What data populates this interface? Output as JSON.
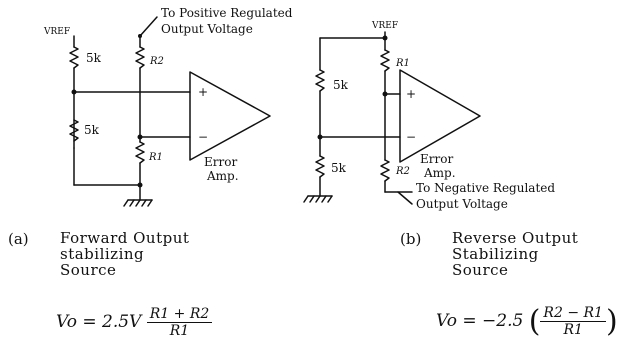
{
  "circuit_a": {
    "vref": "VREF",
    "resistor_top": "5k",
    "resistor_bottom": "5k",
    "r2": "R2",
    "r1": "R1",
    "plus": "+",
    "minus": "−",
    "note_line1": "To Positive Regulated",
    "note_line2": "Output Voltage",
    "amp_line1": "Error",
    "amp_line2": "Amp."
  },
  "circuit_b": {
    "vref": "VREF",
    "resistor_top": "5k",
    "resistor_bottom": "5k",
    "r1": "R1",
    "r2": "R2",
    "plus": "+",
    "minus": "−",
    "note_line1": "To Negative Regulated",
    "note_line2": "Output Voltage",
    "amp_line1": "Error",
    "amp_line2": "Amp."
  },
  "caption_a": {
    "tag": "(a)",
    "line1": "Forward Output",
    "line2": "stabilizing",
    "line3": "Source"
  },
  "caption_b": {
    "tag": "(b)",
    "line1": "Reverse Output",
    "line2": "Stabilizing",
    "line3": "Source"
  },
  "formula_a": {
    "lhs": "Vo = 2.5V",
    "numerator": "R1 + R2",
    "denominator": "R1"
  },
  "formula_b": {
    "lhs": "Vo = −2.5",
    "numerator": "R2 − R1",
    "denominator": "R1"
  }
}
